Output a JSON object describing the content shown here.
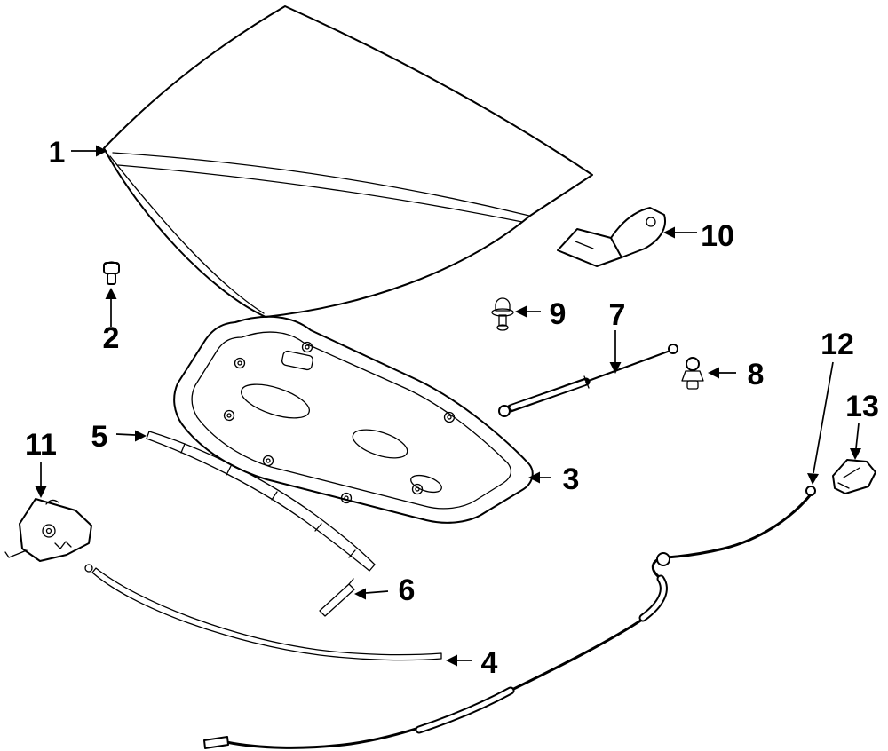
{
  "colors": {
    "background": "#ffffff",
    "line": "#000000"
  },
  "diagram": {
    "type": "exploded-parts-diagram",
    "callouts": [
      {
        "number": "1"
      },
      {
        "number": "2"
      },
      {
        "number": "3"
      },
      {
        "number": "4"
      },
      {
        "number": "5"
      },
      {
        "number": "6"
      },
      {
        "number": "7"
      },
      {
        "number": "8"
      },
      {
        "number": "9"
      },
      {
        "number": "10"
      },
      {
        "number": "11"
      },
      {
        "number": "12"
      },
      {
        "number": "13"
      }
    ]
  }
}
